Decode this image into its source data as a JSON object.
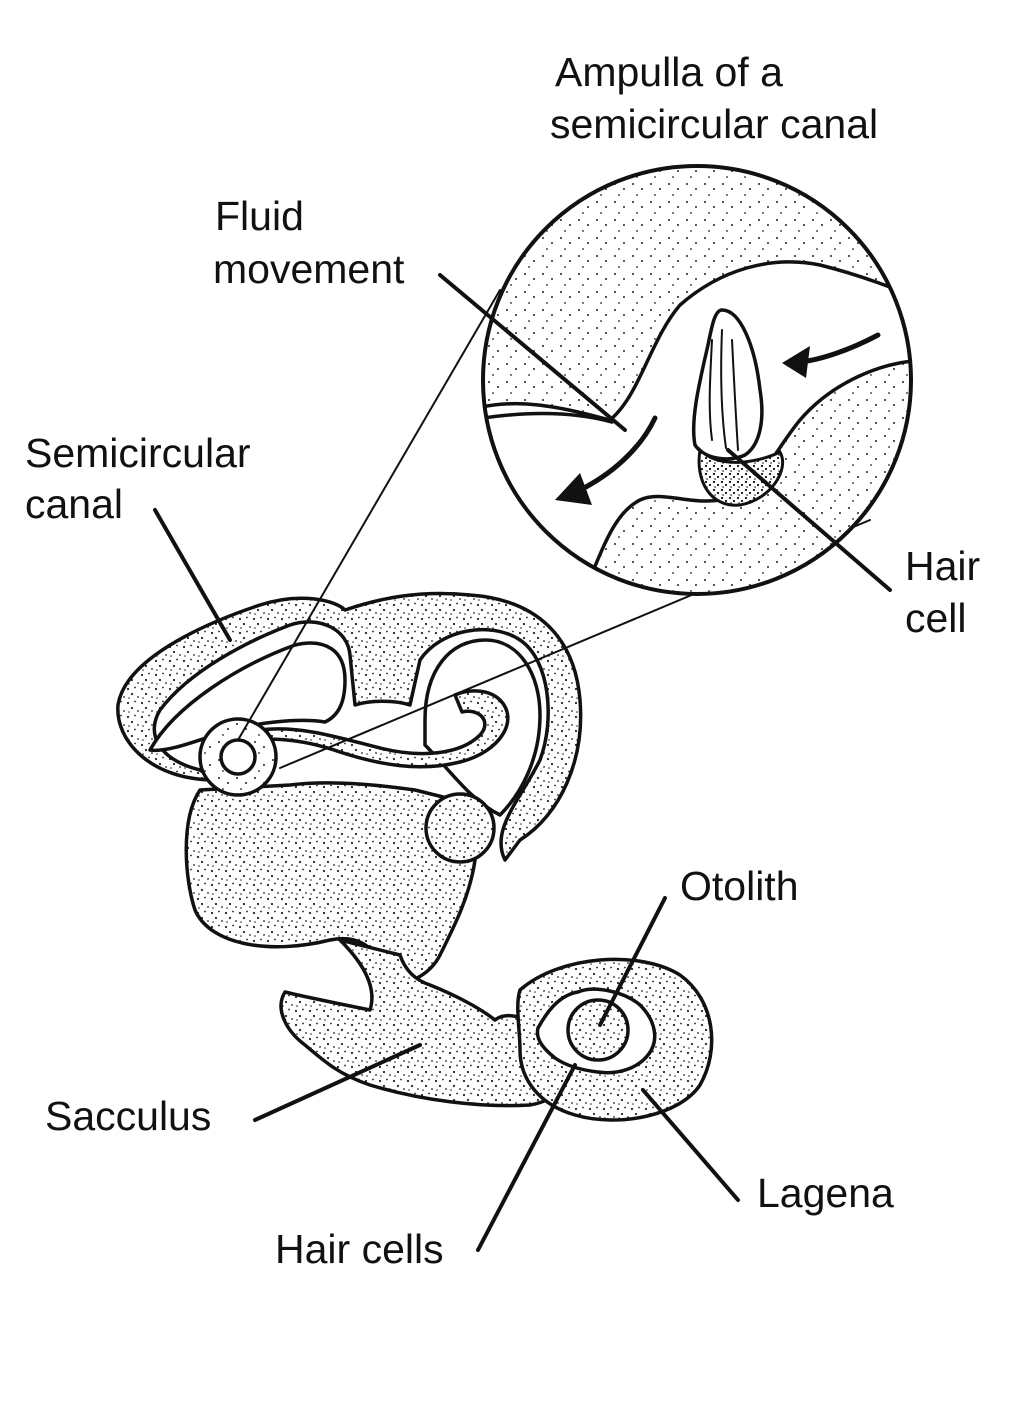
{
  "labels": {
    "ampulla_line1": "Ampulla of a",
    "ampulla_line2": "semicircular canal",
    "fluid_line1": "Fluid",
    "fluid_line2": "movement",
    "semicircular_line1": "Semicircular",
    "semicircular_line2": "canal",
    "hair_cell_line1": "Hair",
    "hair_cell_line2": "cell",
    "otolith": "Otolith",
    "sacculus": "Sacculus",
    "lagena": "Lagena",
    "hair_cells": "Hair cells"
  },
  "colors": {
    "ink": "#111111",
    "background": "#ffffff"
  }
}
